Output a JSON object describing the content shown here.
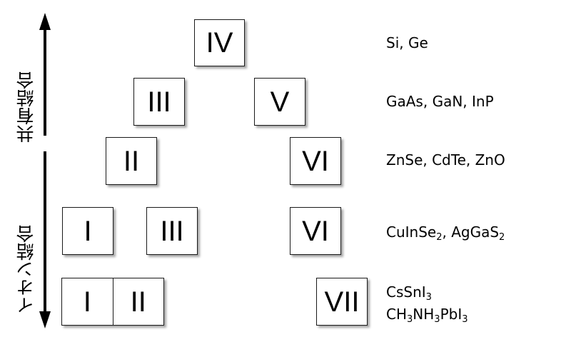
{
  "axis": {
    "top_label": "共有結合",
    "bottom_label": "イオン結合"
  },
  "rows": [
    {
      "groups": [
        "IV"
      ],
      "compounds": "Si, Ge"
    },
    {
      "groups": [
        "III",
        "V"
      ],
      "compounds": "GaAs, GaN, InP"
    },
    {
      "groups": [
        "II",
        "VI"
      ],
      "compounds": "ZnSe, CdTe, ZnO"
    },
    {
      "groups": [
        "I",
        "III",
        "VI"
      ],
      "compounds": "CuInSe2, AgGaS2"
    },
    {
      "groups": [
        "I",
        "II",
        "VII"
      ],
      "compounds": [
        "CsSnI3",
        "CH3NH3PbI3"
      ]
    }
  ],
  "labels": {
    "r0_g0": "IV",
    "r1_g0": "III",
    "r1_g1": "V",
    "r2_g0": "II",
    "r2_g1": "VI",
    "r3_g0": "I",
    "r3_g1": "III",
    "r3_g2": "VI",
    "r4_g0": "I",
    "r4_g1": "II",
    "r4_g2": "VII"
  },
  "compounds_markup": {
    "r0": "Si, Ge",
    "r1": "GaAs, GaN, InP",
    "r2": "ZnSe, CdTe, ZnO",
    "r3": "CuInSe<sub>2</sub>, AgGaS<sub>2</sub>",
    "r4_a": "CsSnI<sub>3</sub>",
    "r4_b": "CH<sub>3</sub>NH<sub>3</sub>PbI<sub>3</sub>"
  }
}
